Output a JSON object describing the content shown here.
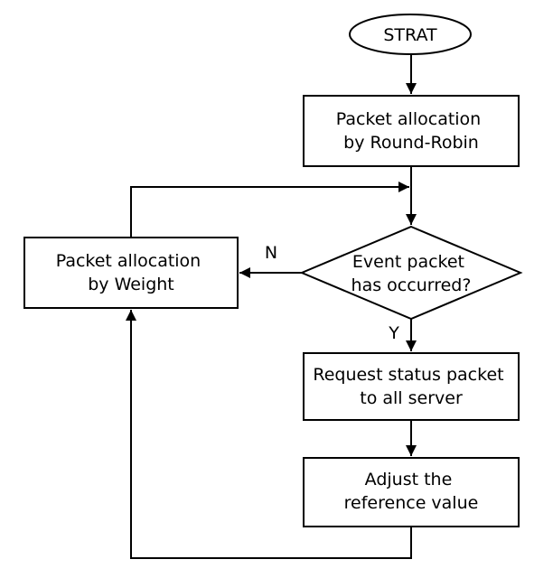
{
  "diagram": {
    "start": "STRAT",
    "round_robin": {
      "line1": "Packet allocation",
      "line2": "by Round-Robin"
    },
    "decision": {
      "line1": "Event packet",
      "line2": "has occurred?"
    },
    "weight": {
      "line1": "Packet allocation",
      "line2": "by Weight"
    },
    "request": {
      "line1": "Request status packet",
      "line2": "to all server"
    },
    "adjust": {
      "line1": "Adjust the",
      "line2": "reference value"
    },
    "label_no": "N",
    "label_yes": "Y"
  },
  "colors": {
    "stroke": "#000000",
    "fill": "#ffffff",
    "text": "#000000"
  }
}
